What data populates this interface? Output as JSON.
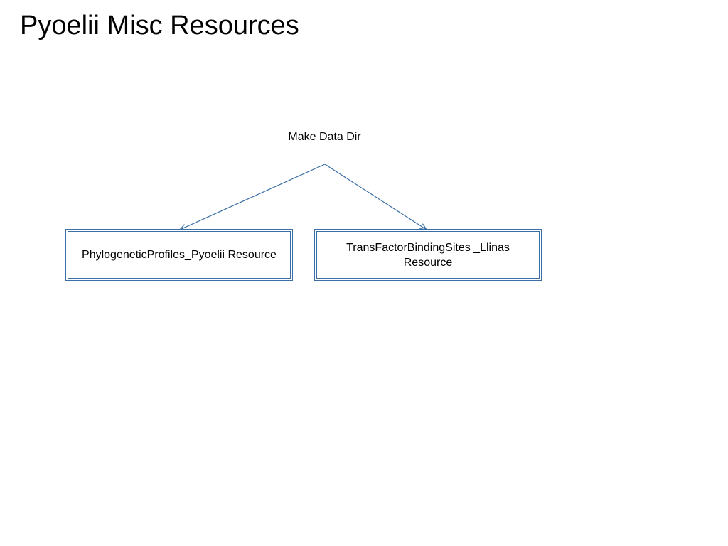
{
  "title": "Pyoelii Misc Resources",
  "colors": {
    "line": "#3b6ea5",
    "node_border": "#3b6ea5",
    "background": "#ffffff"
  },
  "nodes": {
    "root": {
      "label": "Make Data Dir"
    },
    "left": {
      "label": "PhylogeneticProfiles_Pyoelii Resource"
    },
    "right": {
      "label": "TransFactorBindingSites _Llinas Resource"
    }
  },
  "edges": [
    {
      "from": "root",
      "to": "left"
    },
    {
      "from": "root",
      "to": "right"
    }
  ]
}
